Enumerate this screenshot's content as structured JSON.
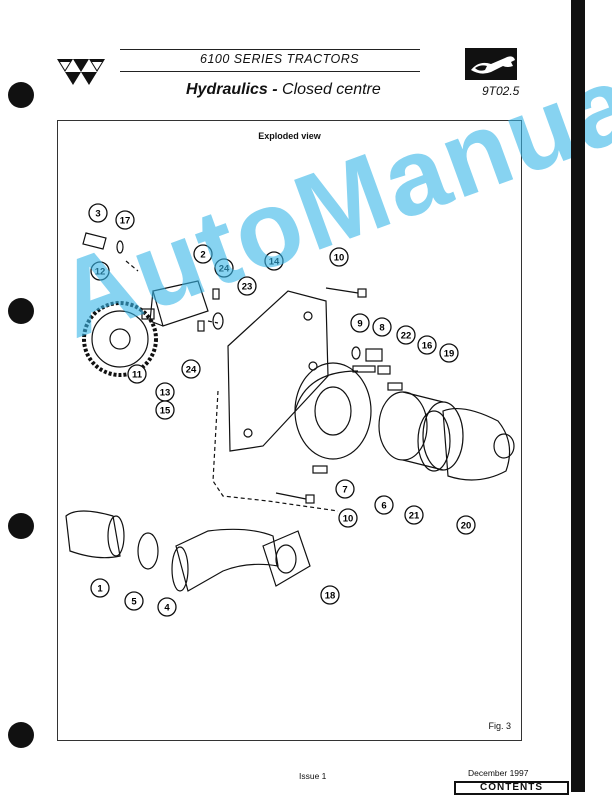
{
  "header": {
    "series": "6100 SERIES TRACTORS",
    "title_bold": "Hydraulics -",
    "title_rest": " Closed centre",
    "code": "9T02.5"
  },
  "figure": {
    "heading": "Exploded view",
    "label": "Fig. 3",
    "callouts": [
      "1",
      "2",
      "3",
      "4",
      "5",
      "6",
      "7",
      "8",
      "9",
      "10",
      "10",
      "11",
      "12",
      "13",
      "14",
      "15",
      "16",
      "17",
      "18",
      "19",
      "20",
      "21",
      "22",
      "23",
      "24",
      "24"
    ]
  },
  "watermark": "AutoManual",
  "footer": {
    "issue": "Issue 1",
    "date": "December 1997",
    "contents_button": "CONTENTS"
  },
  "colors": {
    "watermark": "#38b6e8",
    "ink": "#111111"
  },
  "icons": [
    "massey-ferguson-logo-icon",
    "wrench-hand-icon"
  ]
}
